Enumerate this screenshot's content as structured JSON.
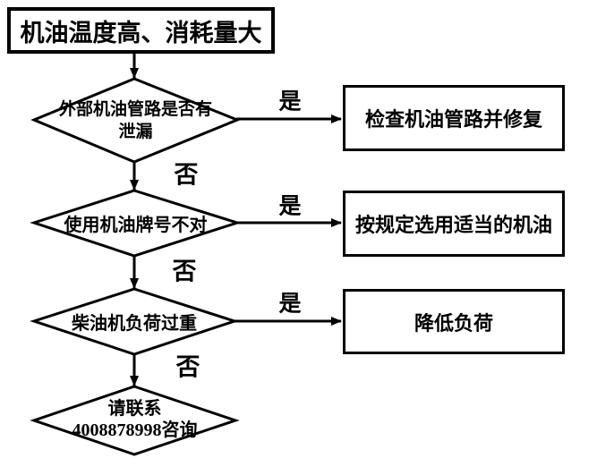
{
  "title_box": {
    "label": "机油温度高、消耗量大"
  },
  "decisions": [
    {
      "label": "外部机油管路是否有\n泄漏",
      "yes_label": "是",
      "no_label": "否",
      "action": "检查机油管路并修复"
    },
    {
      "label": "使用机油牌号不对",
      "yes_label": "是",
      "no_label": "否",
      "action": "按规定选用适当的机油"
    },
    {
      "label": "柴油机负荷过重",
      "yes_label": "是",
      "no_label": "否",
      "action": "降低负荷"
    }
  ],
  "final_node": {
    "label": "请联系\n4008878998咨询"
  },
  "colors": {
    "line": "#000000",
    "text": "#000000",
    "background": "#ffffff"
  }
}
